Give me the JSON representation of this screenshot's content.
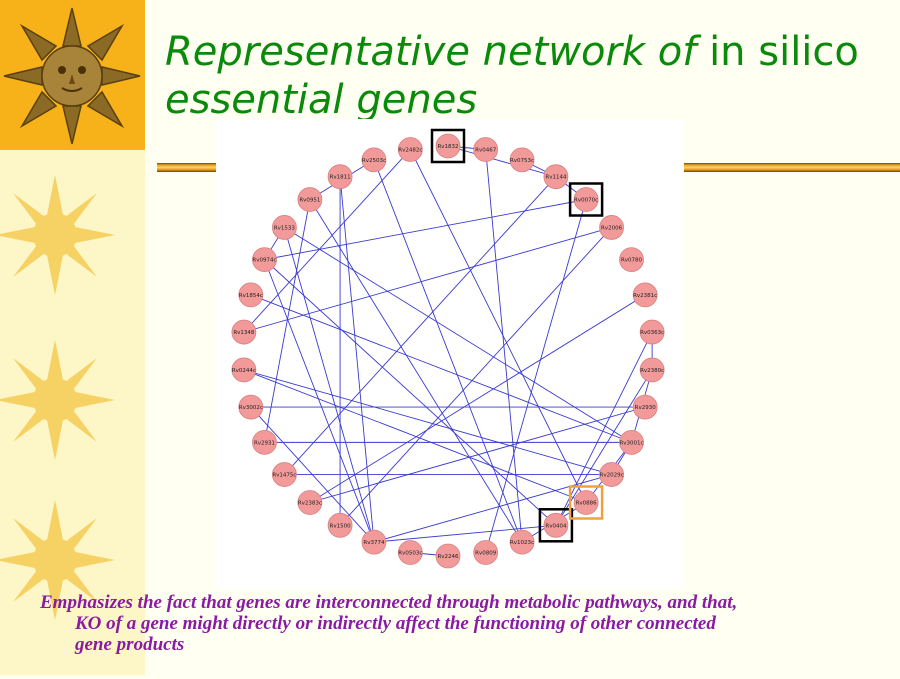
{
  "title": {
    "part1": "Representative network of ",
    "part2": "in silico",
    "part3": "essential genes"
  },
  "caption": {
    "line1": "Emphasizes the fact that genes are interconnected through metabolic pathways, and that,",
    "line2": "KO of a gene might directly or indirectly affect the functioning of other connected",
    "line3": "gene products"
  },
  "colors": {
    "title": "#0a8a0a",
    "caption": "#8a1aa3",
    "node_fill": "#f29a9a",
    "edge": "#3a3ad0",
    "highlight_black": "#000000",
    "highlight_orange": "#f0a040"
  },
  "network": {
    "nodes": [
      "Rv1832",
      "Rv0467",
      "Rv0753c",
      "Rv1144",
      "Rv0070c",
      "Rv2006",
      "Rv0780",
      "Rv2381c",
      "Rv0363c",
      "Rv2380c",
      "Rv2930",
      "Rv3001c",
      "Rv2029c",
      "Rv0886",
      "Rv0404",
      "Rv1023c",
      "Rv0809",
      "Rv2246",
      "Rv0503c",
      "Rv3774",
      "Rv1500",
      "Rv2383c",
      "Rv1475c",
      "Rv2931",
      "Rv3002c",
      "Rv0244c",
      "Rv1348",
      "Rv1854c",
      "Rv0974c",
      "Rv1533",
      "Rv0951",
      "Rv1811",
      "Rv2503c",
      "Rv2482c"
    ],
    "highlighted_black": [
      "Rv1832",
      "Rv0070c",
      "Rv0404"
    ],
    "highlighted_orange": [
      "Rv0886"
    ],
    "edges": [
      [
        "Rv1832",
        "Rv0467"
      ],
      [
        "Rv1832",
        "Rv1144"
      ],
      [
        "Rv0753c",
        "Rv1144"
      ],
      [
        "Rv1144",
        "Rv0070c"
      ],
      [
        "Rv1144",
        "Rv1475c"
      ],
      [
        "Rv0467",
        "Rv1023c"
      ],
      [
        "Rv2482c",
        "Rv1348"
      ],
      [
        "Rv2503c",
        "Rv0951"
      ],
      [
        "Rv1811",
        "Rv3774"
      ],
      [
        "Rv1811",
        "Rv1500"
      ],
      [
        "Rv0951",
        "Rv2931"
      ],
      [
        "Rv0951",
        "Rv1023c"
      ],
      [
        "Rv1533",
        "Rv0974c"
      ],
      [
        "Rv1533",
        "Rv3001c"
      ],
      [
        "Rv1533",
        "Rv3774"
      ],
      [
        "Rv0974c",
        "Rv0070c"
      ],
      [
        "Rv0974c",
        "Rv3774"
      ],
      [
        "Rv0974c",
        "Rv0404"
      ],
      [
        "Rv1854c",
        "Rv3001c"
      ],
      [
        "Rv1348",
        "Rv2006"
      ],
      [
        "Rv0244c",
        "Rv2029c"
      ],
      [
        "Rv0244c",
        "Rv0886"
      ],
      [
        "Rv3002c",
        "Rv2930"
      ],
      [
        "Rv3002c",
        "Rv3774"
      ],
      [
        "Rv2931",
        "Rv3001c"
      ],
      [
        "Rv1475c",
        "Rv2029c"
      ],
      [
        "Rv2383c",
        "Rv2381c"
      ],
      [
        "Rv2383c",
        "Rv2930"
      ],
      [
        "Rv1500",
        "Rv2006"
      ],
      [
        "Rv0809",
        "Rv0070c"
      ],
      [
        "Rv1023c",
        "Rv0886"
      ],
      [
        "Rv0404",
        "Rv0363c"
      ],
      [
        "Rv0404",
        "Rv2380c"
      ],
      [
        "Rv0886",
        "Rv3001c"
      ],
      [
        "Rv3774",
        "Rv2029c"
      ],
      [
        "Rv3774",
        "Rv0404"
      ],
      [
        "Rv2482c",
        "Rv0886"
      ],
      [
        "Rv0503c",
        "Rv2246"
      ],
      [
        "Rv2029c",
        "Rv3001c"
      ],
      [
        "Rv2380c",
        "Rv3001c"
      ],
      [
        "Rv0363c",
        "Rv2380c"
      ],
      [
        "Rv2503c",
        "Rv1023c"
      ]
    ]
  }
}
